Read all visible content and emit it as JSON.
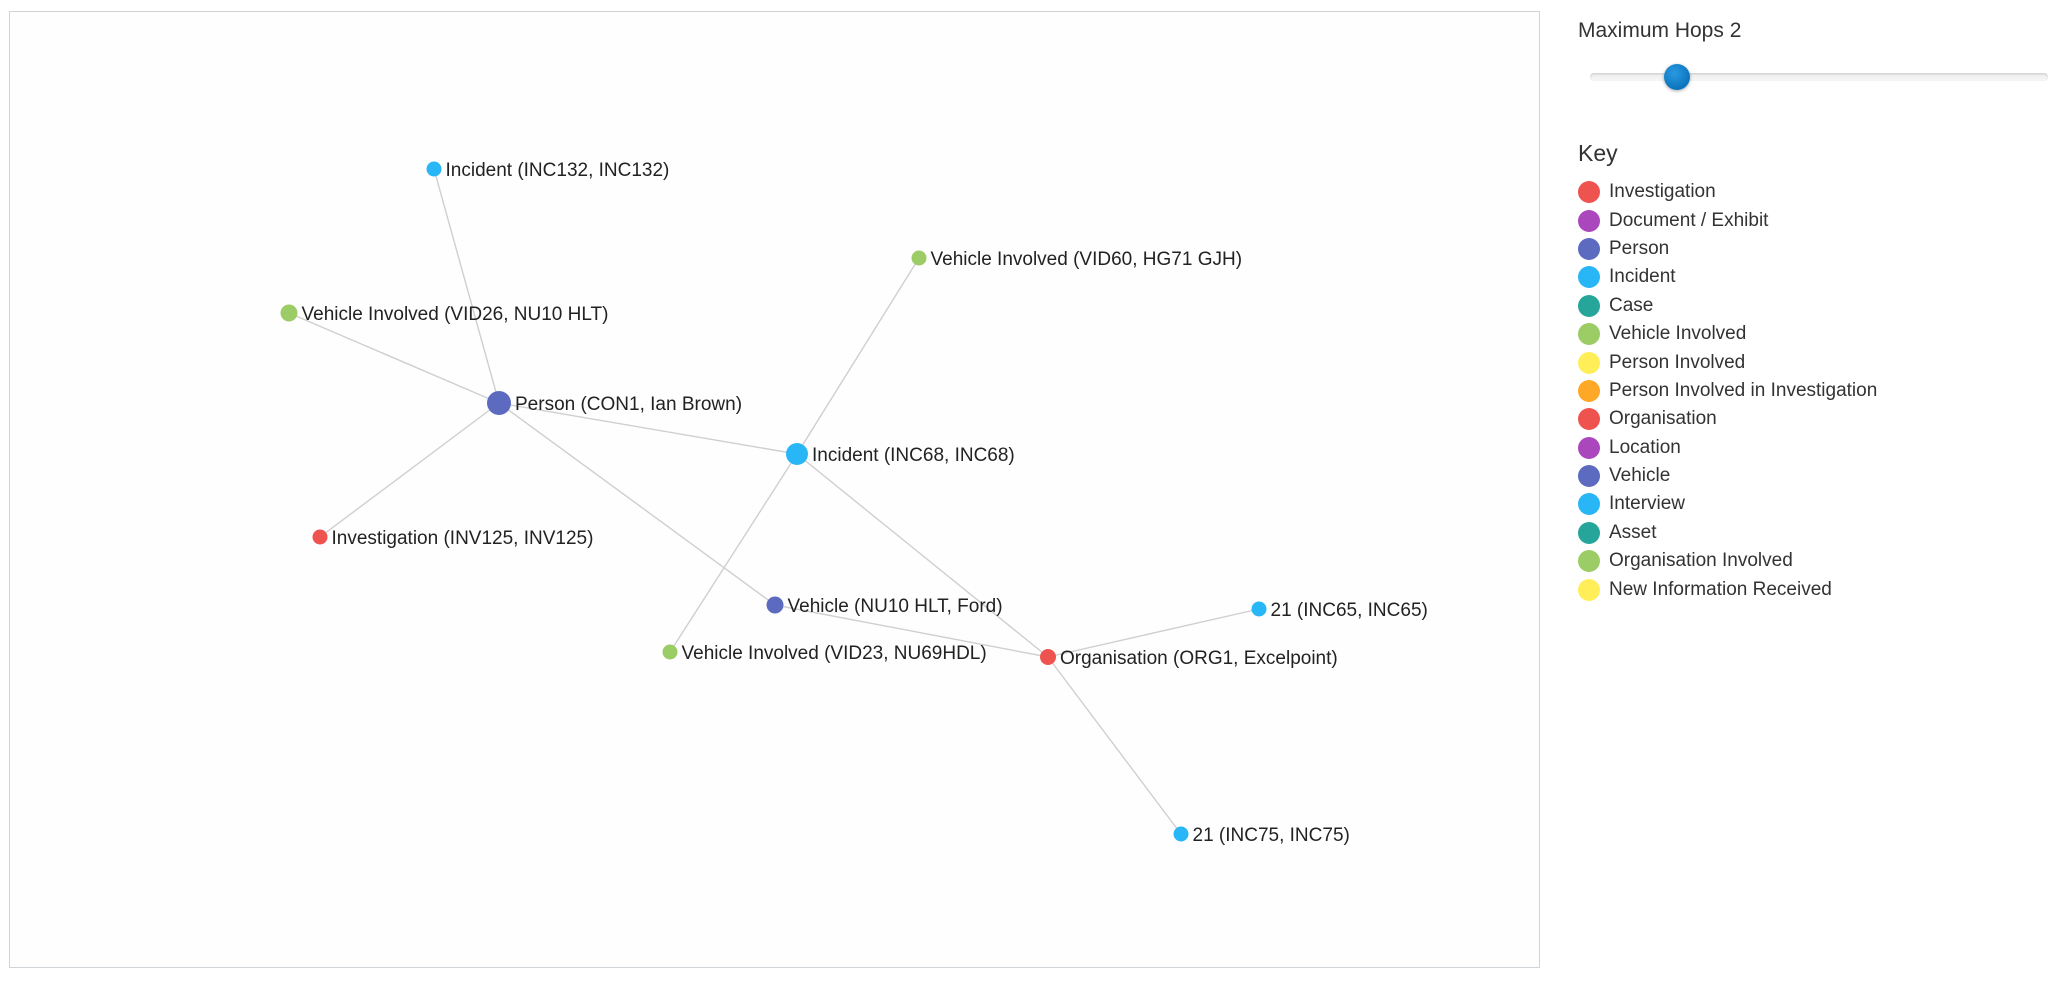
{
  "controls": {
    "max_hops_label": "Maximum Hops 2",
    "max_hops_value": 2,
    "max_hops_slider_fraction": 0.19
  },
  "key": {
    "title": "Key",
    "items": [
      {
        "label": "Investigation",
        "color": "#ef5350"
      },
      {
        "label": "Document / Exhibit",
        "color": "#ab47bc"
      },
      {
        "label": "Person",
        "color": "#5c6bc0"
      },
      {
        "label": "Incident",
        "color": "#29b6f6"
      },
      {
        "label": "Case",
        "color": "#26a69a"
      },
      {
        "label": "Vehicle Involved",
        "color": "#9ccc65"
      },
      {
        "label": "Person Involved",
        "color": "#ffee58"
      },
      {
        "label": "Person Involved in Investigation",
        "color": "#ffa726"
      },
      {
        "label": "Organisation",
        "color": "#ef5350"
      },
      {
        "label": "Location",
        "color": "#ab47bc"
      },
      {
        "label": "Vehicle",
        "color": "#5c6bc0"
      },
      {
        "label": "Interview",
        "color": "#29b6f6"
      },
      {
        "label": "Asset",
        "color": "#26a69a"
      },
      {
        "label": "Organisation Involved",
        "color": "#9ccc65"
      },
      {
        "label": "New Information Received",
        "color": "#ffee58"
      }
    ]
  },
  "graph": {
    "nodes": [
      {
        "id": "inc132",
        "label": "Incident (INC132, INC132)",
        "type": "Incident"
      },
      {
        "id": "vid26",
        "label": "Vehicle Involved (VID26, NU10 HLT)",
        "type": "Vehicle Involved"
      },
      {
        "id": "con1",
        "label": "Person (CON1, Ian Brown)",
        "type": "Person"
      },
      {
        "id": "inv125",
        "label": "Investigation (INV125, INV125)",
        "type": "Investigation"
      },
      {
        "id": "vid60",
        "label": "Vehicle Involved (VID60, HG71 GJH)",
        "type": "Vehicle Involved"
      },
      {
        "id": "inc68",
        "label": "Incident (INC68, INC68)",
        "type": "Incident"
      },
      {
        "id": "veh_nu10",
        "label": "Vehicle (NU10 HLT, Ford)",
        "type": "Vehicle"
      },
      {
        "id": "vid23",
        "label": "Vehicle Involved (VID23, NU69HDL)",
        "type": "Vehicle Involved"
      },
      {
        "id": "org1",
        "label": "Organisation (ORG1, Excelpoint)",
        "type": "Organisation"
      },
      {
        "id": "inc65",
        "label": "21 (INC65, INC65)",
        "type": "Incident"
      },
      {
        "id": "inc75",
        "label": "21 (INC75, INC75)",
        "type": "Incident"
      }
    ],
    "edges": [
      {
        "from": "con1",
        "to": "inc132"
      },
      {
        "from": "con1",
        "to": "vid26"
      },
      {
        "from": "con1",
        "to": "inv125"
      },
      {
        "from": "con1",
        "to": "inc68"
      },
      {
        "from": "con1",
        "to": "veh_nu10"
      },
      {
        "from": "inc68",
        "to": "vid60"
      },
      {
        "from": "inc68",
        "to": "vid23"
      },
      {
        "from": "inc68",
        "to": "org1"
      },
      {
        "from": "veh_nu10",
        "to": "org1"
      },
      {
        "from": "org1",
        "to": "inc65"
      },
      {
        "from": "org1",
        "to": "inc75"
      }
    ]
  }
}
